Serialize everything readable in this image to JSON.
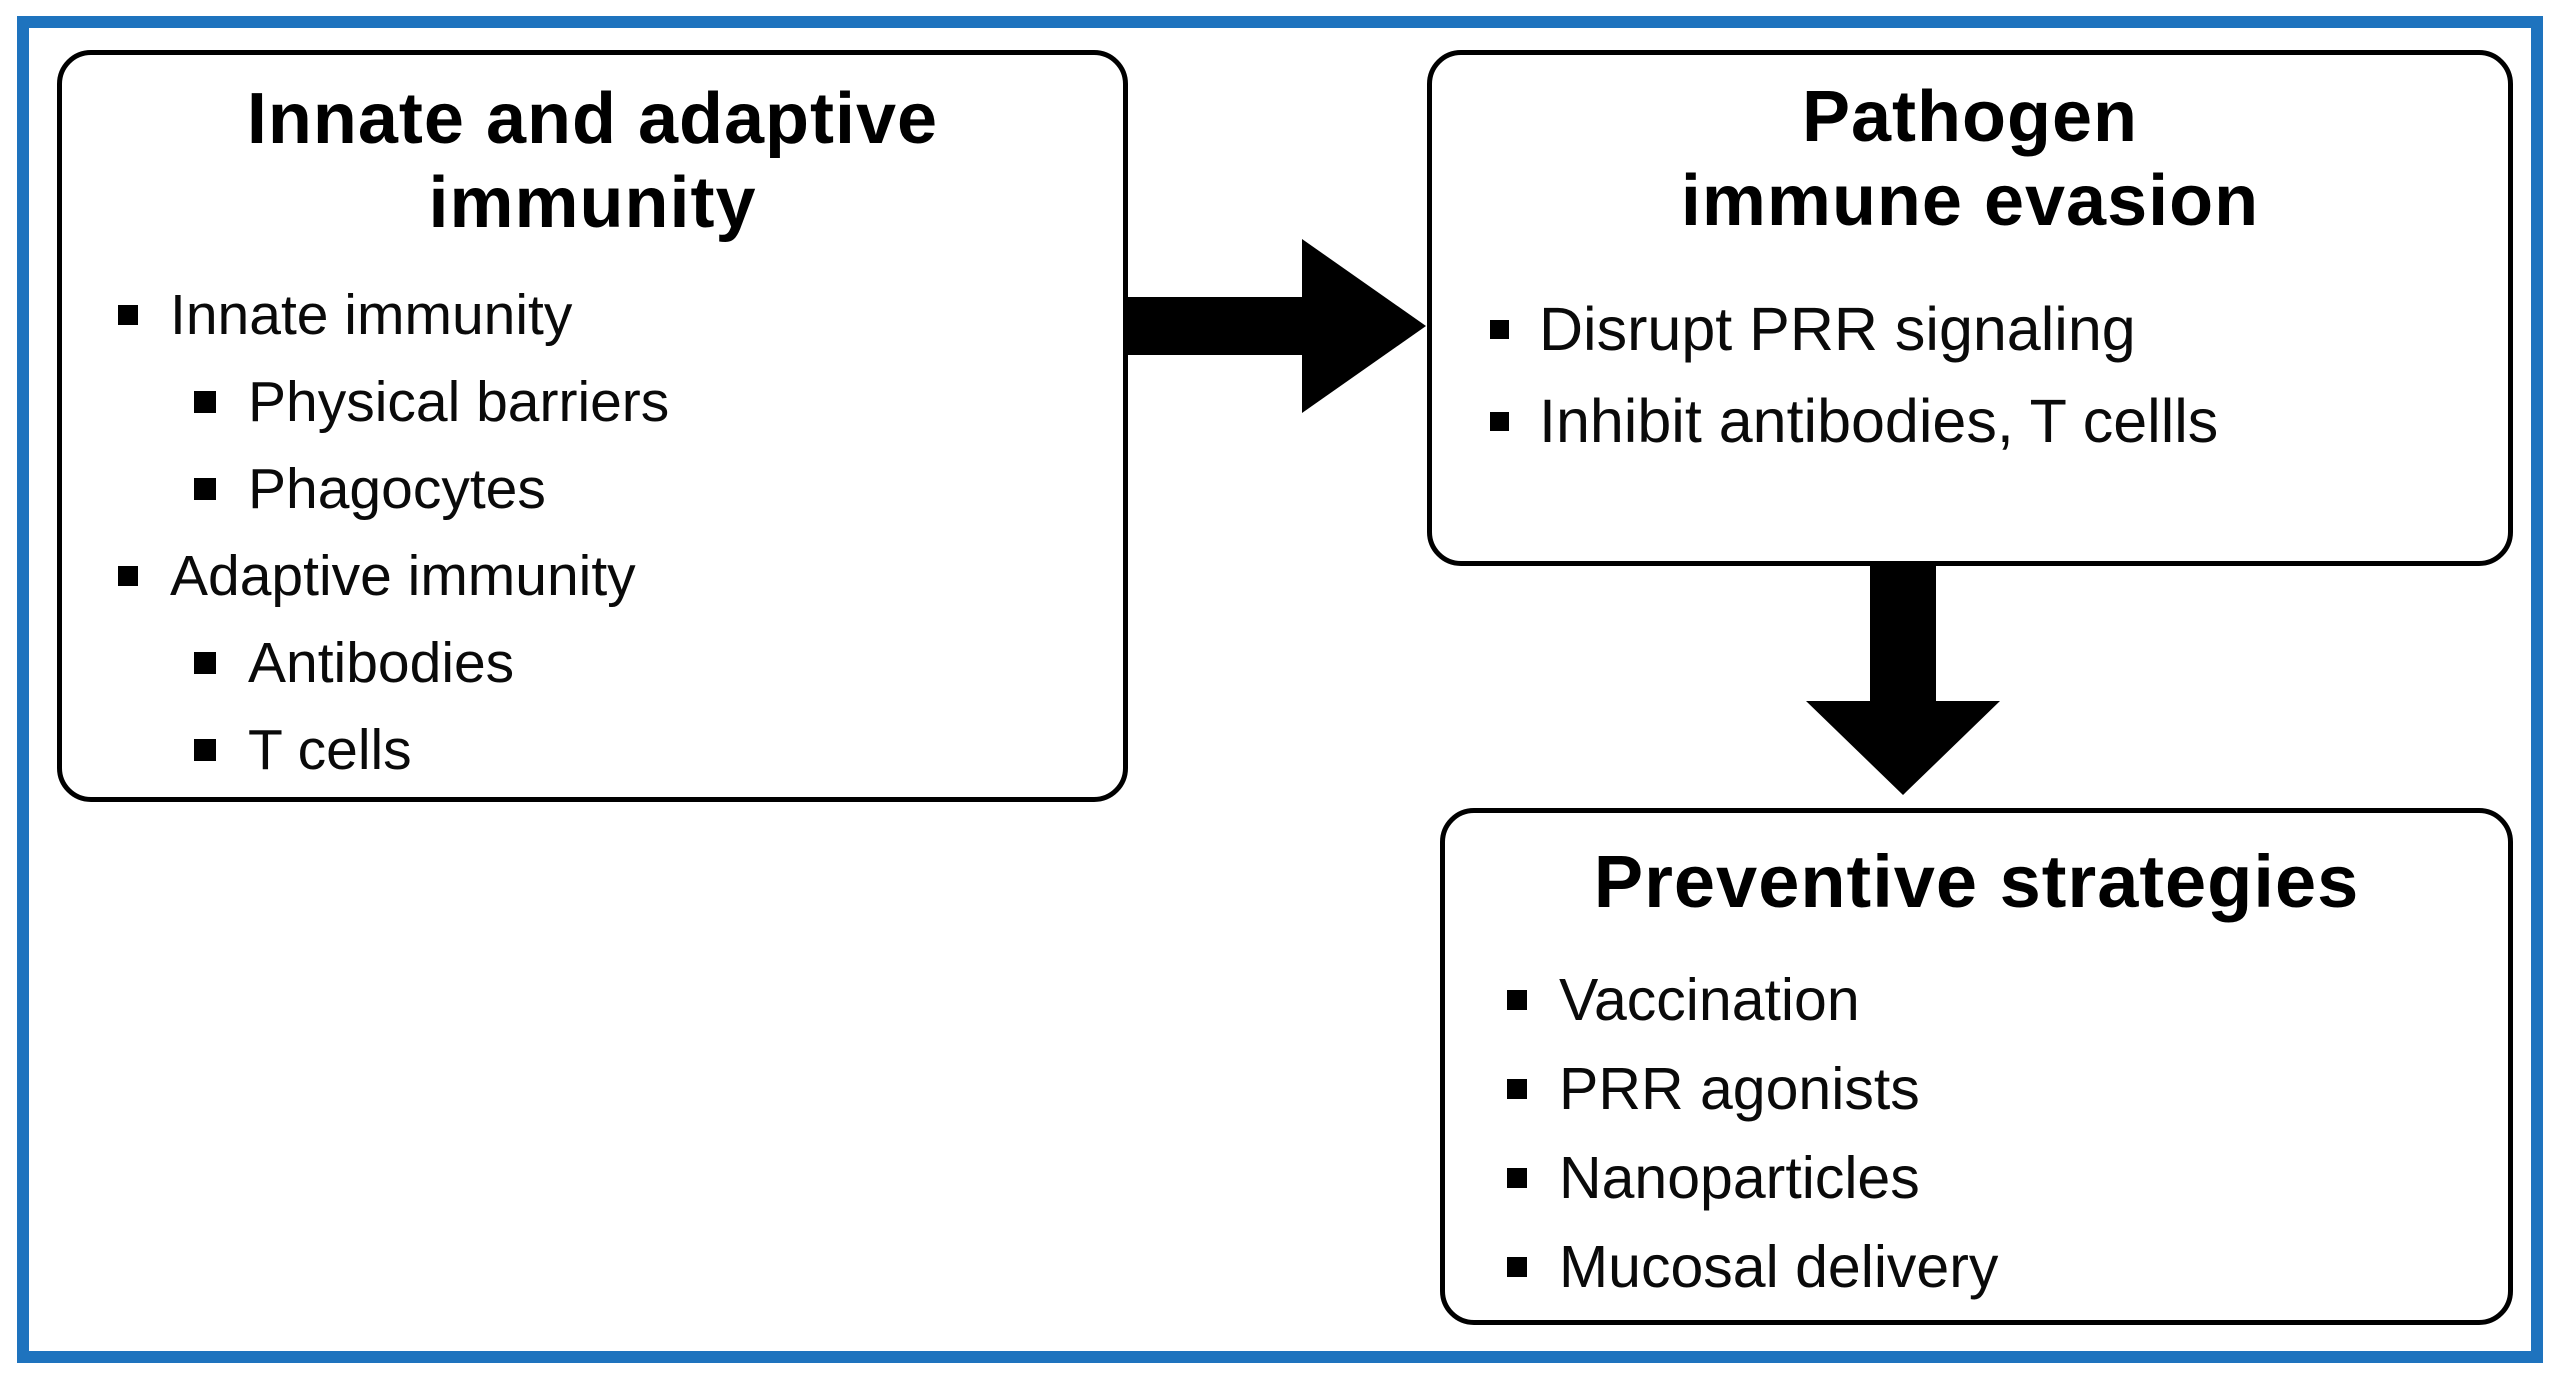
{
  "figure": {
    "background_color": "#ffffff",
    "frame_border_color": "#1e73be",
    "box_border_color": "#000000",
    "text_color": "#0a0a0a"
  },
  "boxes": {
    "immunity": {
      "title_line1": "Innate and adaptive",
      "title_line2": "immunity",
      "items": [
        {
          "label": "Innate immunity",
          "level": 1
        },
        {
          "label": "Physical barriers",
          "level": 2
        },
        {
          "label": "Phagocytes",
          "level": 2
        },
        {
          "label": "Adaptive immunity",
          "level": 1
        },
        {
          "label": "Antibodies",
          "level": 2
        },
        {
          "label": "T cells",
          "level": 2
        }
      ]
    },
    "evasion": {
      "title_line1": "Pathogen",
      "title_line2": "immune evasion",
      "items": [
        {
          "label": "Disrupt PRR signaling",
          "level": 1
        },
        {
          "label": "Inhibit antibodies, T cellls",
          "level": 1
        }
      ]
    },
    "preventive": {
      "title_line1": "Preventive strategies",
      "items": [
        {
          "label": "Vaccination",
          "level": 1
        },
        {
          "label": "PRR agonists",
          "level": 1
        },
        {
          "label": "Nanoparticles",
          "level": 1
        },
        {
          "label": "Mucosal delivery",
          "level": 1
        }
      ]
    }
  },
  "icons": {
    "right_arrow": "thick-right-arrow",
    "down_arrow": "thick-down-arrow",
    "bullet": "black-square-bullet"
  }
}
